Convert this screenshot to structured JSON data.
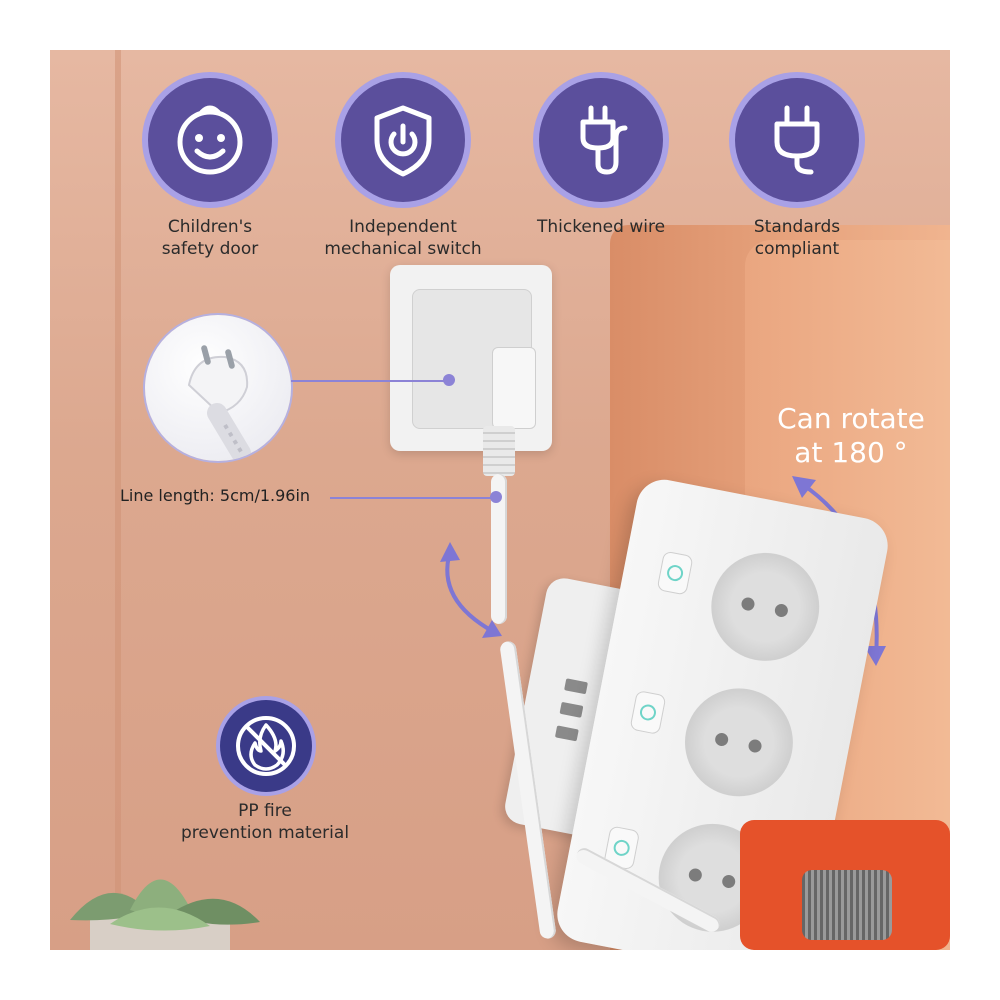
{
  "features": [
    {
      "icon": "baby-face-icon",
      "label": "Children's\nsafety door"
    },
    {
      "icon": "shield-power-icon",
      "label": "Independent\nmechanical switch"
    },
    {
      "icon": "plug-wire-icon",
      "label": "Thickened wire"
    },
    {
      "icon": "plug-icon",
      "label": "Standards\ncompliant"
    }
  ],
  "line_length_label": "Line length: 5cm/1.96in",
  "rotate_label": "Can rotate\nat 180 °",
  "fire": {
    "icon": "no-fire-icon",
    "label": "PP fire\nprevention material"
  },
  "colors": {
    "badge": "#5b4f9c",
    "badge_ring": "#a9a1e6",
    "accent_line": "#8c83d6",
    "wall": "#dca88f",
    "radio": "#e5522a"
  }
}
